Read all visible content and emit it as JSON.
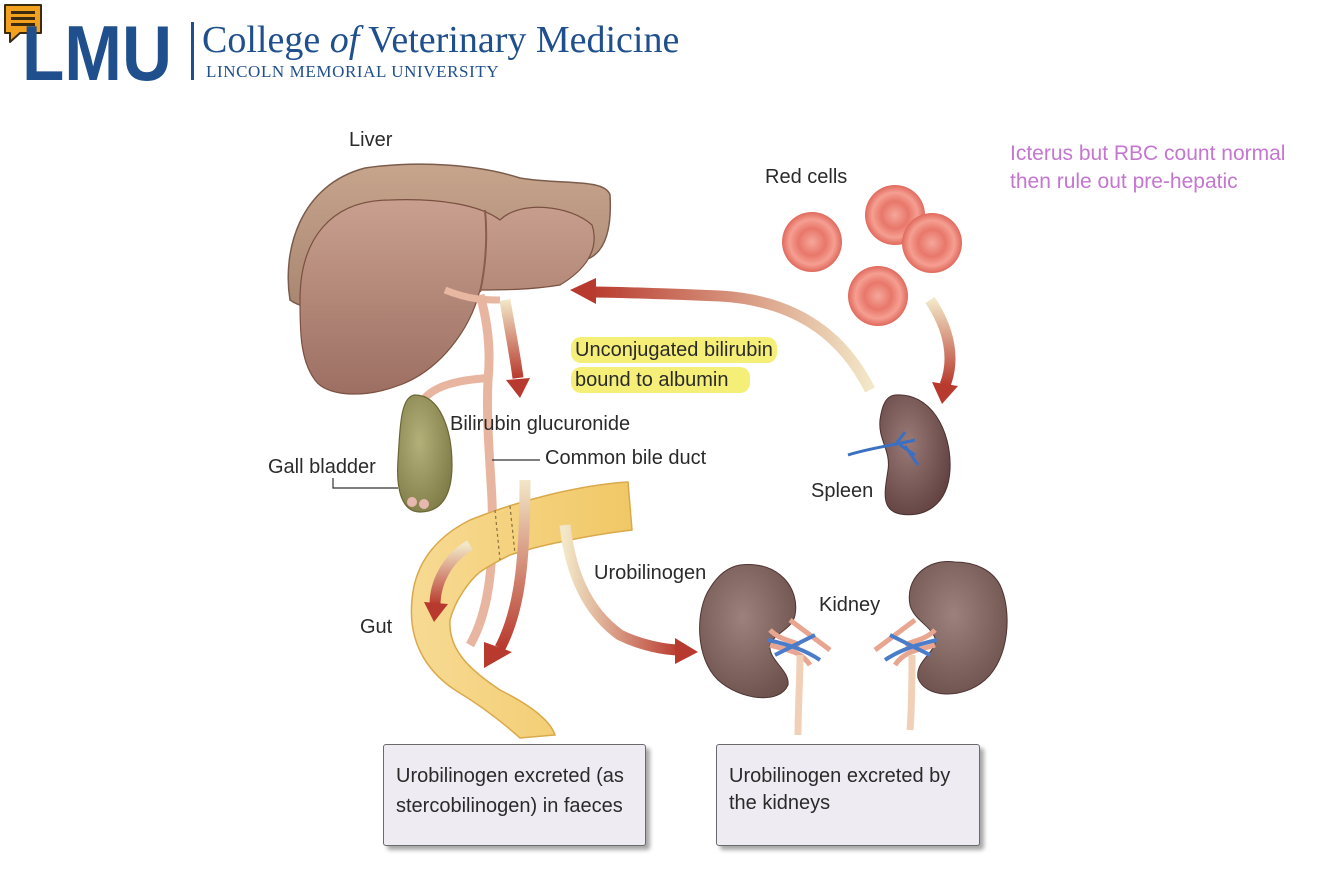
{
  "header": {
    "logo_letters": "LMU",
    "college_line1": "College",
    "college_of": "of",
    "college_line2": "Veterinary Medicine",
    "university": "LINCOLN MEMORIAL UNIVERSITY"
  },
  "colors": {
    "lmu_blue": "#1f4f8c",
    "note_pink": "#c476d0",
    "highlight": "#f5ef77",
    "comment_orange": "#f2a11f"
  },
  "note": {
    "line1": "Icterus but RBC count normal",
    "line2": "then rule out pre-hepatic"
  },
  "labels": {
    "liver": "Liver",
    "red_cells": "Red cells",
    "unconj_line1": "Unconjugated bilirubin",
    "unconj_line2": "bound to albumin",
    "bilirubin_glucuronide": "Bilirubin glucuronide",
    "gall_bladder": "Gall bladder",
    "common_bile_duct": "Common bile duct",
    "spleen": "Spleen",
    "urobilinogen": "Urobilinogen",
    "kidney": "Kidney",
    "gut": "Gut"
  },
  "boxes": {
    "faeces_line1": "Urobilinogen excreted (as",
    "faeces_line2": "stercobilinogen) in faeces",
    "kidneys_line1": "Urobilinogen excreted by",
    "kidneys_line2": "the kidneys"
  }
}
